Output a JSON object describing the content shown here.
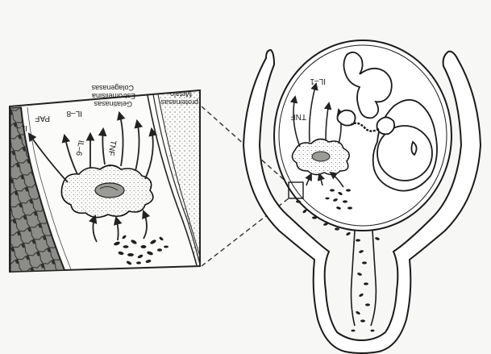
{
  "inset": {
    "labels": {
      "il1_partial": "IL–",
      "paf": "PAF",
      "il8": "IL–8",
      "il6": "IL–6",
      "tnf": "TNF",
      "enzymes_line1": "Colagenasas",
      "enzymes_line2": "Estromelisina",
      "enzymes_line3": "Gelatinasas",
      "metallo_line1": "Metalo–",
      "metallo_line2": "proteinasas"
    }
  },
  "uterus": {
    "labels": {
      "il1": "IL–1",
      "tnf": "TNF"
    }
  }
}
